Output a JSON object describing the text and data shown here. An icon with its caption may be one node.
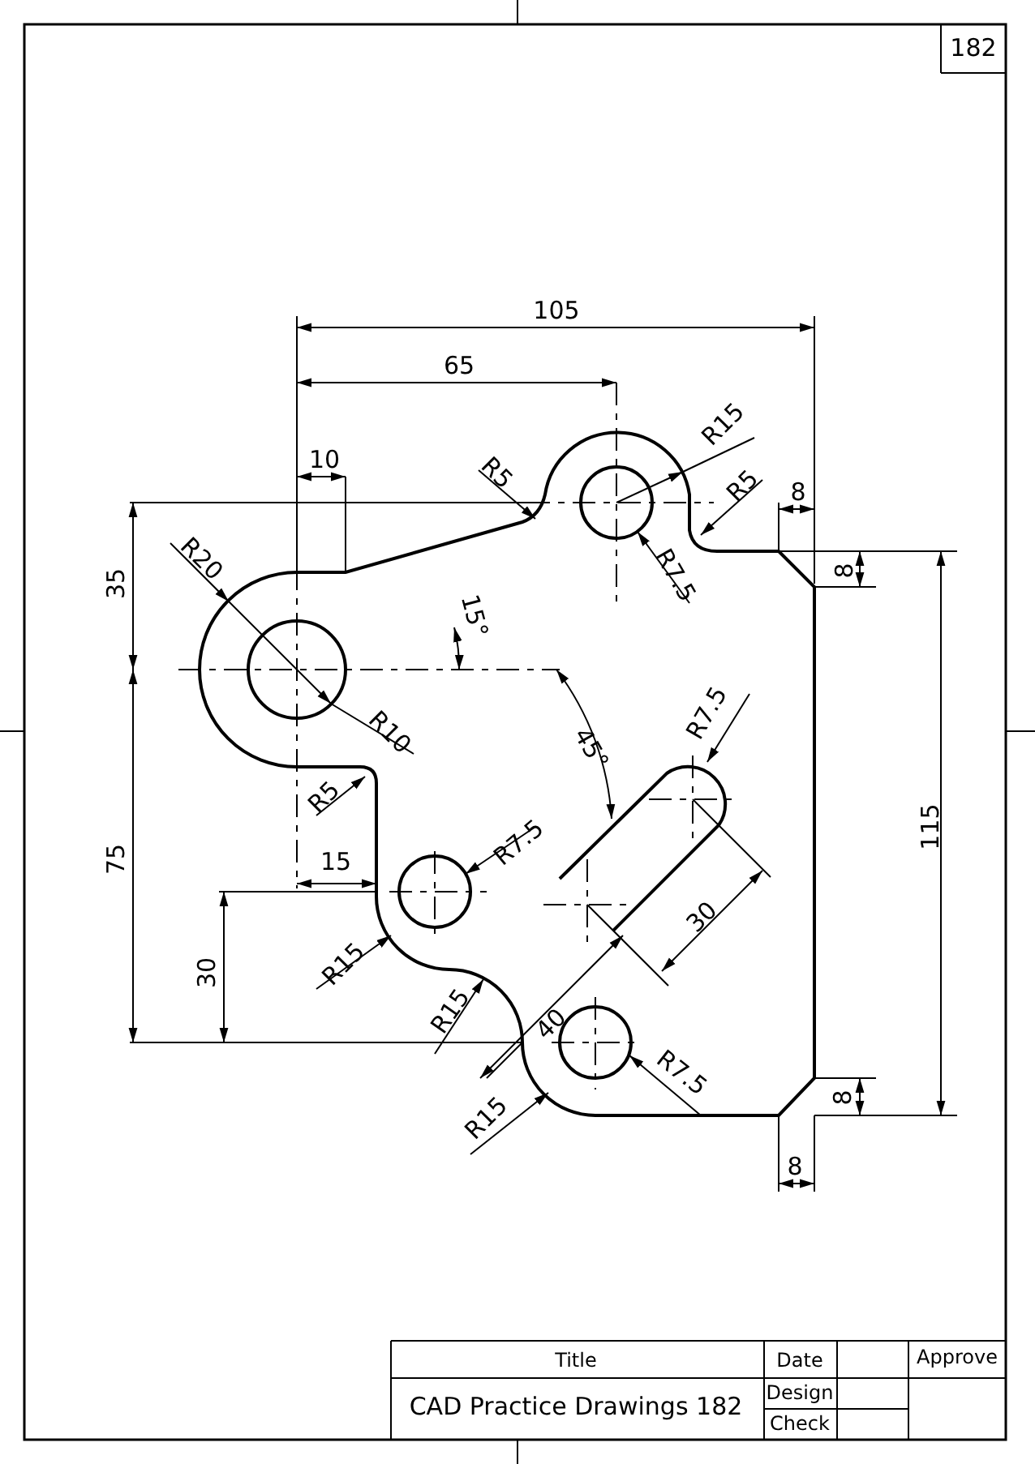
{
  "diagram": {
    "labels": [
      "182",
      "105",
      "65",
      "R15",
      "10",
      "R5",
      "R5",
      "8",
      "R20",
      "8",
      "R7.5",
      "35",
      "15°",
      "R7.5",
      "R10",
      "45°",
      "R5",
      "115",
      "R7.5",
      "75",
      "15",
      "30",
      "R15",
      "30",
      "R15",
      "40",
      "R7.5",
      "8",
      "R15",
      "8",
      "Title",
      "Date",
      "Approve",
      "CAD Practice Drawings 182",
      "Design",
      "Check"
    ]
  }
}
